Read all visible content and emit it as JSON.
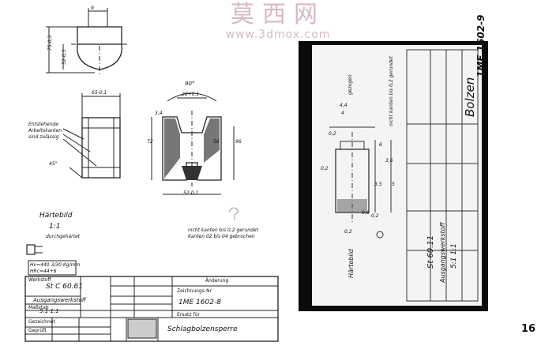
{
  "watermark": {
    "chinese": "莫西网",
    "url": "www.3dmox.com"
  },
  "page_number": "16",
  "left_drawing": {
    "top_view": {
      "dim_top": "9",
      "dim_height": "52-0,3",
      "dim_side": "75-0,3"
    },
    "side_view": {
      "dim_width": "65-0,1",
      "note": "Entstehende Arbeitskanten sind zulässig",
      "chamfer": "45°"
    },
    "section_view": {
      "angle": "90°",
      "dim_top": "28+0,1",
      "dim_left": "3,4",
      "dim_height": "72",
      "dim_right": "96",
      "dim_step": "56",
      "dim_bottom": "52-0,1"
    },
    "hardness": {
      "title": "Härtebild",
      "scale": "1:1",
      "sub": "durchgehärtet",
      "spec": "Hv=440 3/30 Kg/mm",
      "spec2": "HRc=44+6"
    },
    "edge_note": "nicht kanten bis 0,2 gerundet Kanten 02 bis 04 gebrochen",
    "title_block": {
      "werkstoff_label": "Werkstoff",
      "werkstoff": "St C 60.61",
      "ausgang": "Ausgangswerkstoff",
      "massstab_label": "Maßstab",
      "massstab": "5:1 1:1",
      "aenderung": "Änderung",
      "zeichnung_label": "Zeichnungs-Nr",
      "zeichnung": "1ME 1602-8",
      "ersatz": "Ersatz für",
      "name": "Schlagbolzensperre",
      "gezeichnet": "Gezeichnet",
      "geprueft": "Geprüft"
    }
  },
  "photo_drawing": {
    "number": "1ME 1602-9",
    "name": "Bolzen",
    "werkstoff": "St 60.11",
    "ausgang": "Ausgangswerkstoff",
    "massstab": "5:1 1:1",
    "haerte": "Härtebild",
    "note": "nicht kanten bis 0,2 gerundet",
    "dims": [
      "0,2",
      "gezogen",
      "4,4",
      "4",
      "6",
      "3,5",
      "5",
      "0,6",
      "0,2",
      "0,2",
      "0,2",
      "3,6"
    ]
  }
}
